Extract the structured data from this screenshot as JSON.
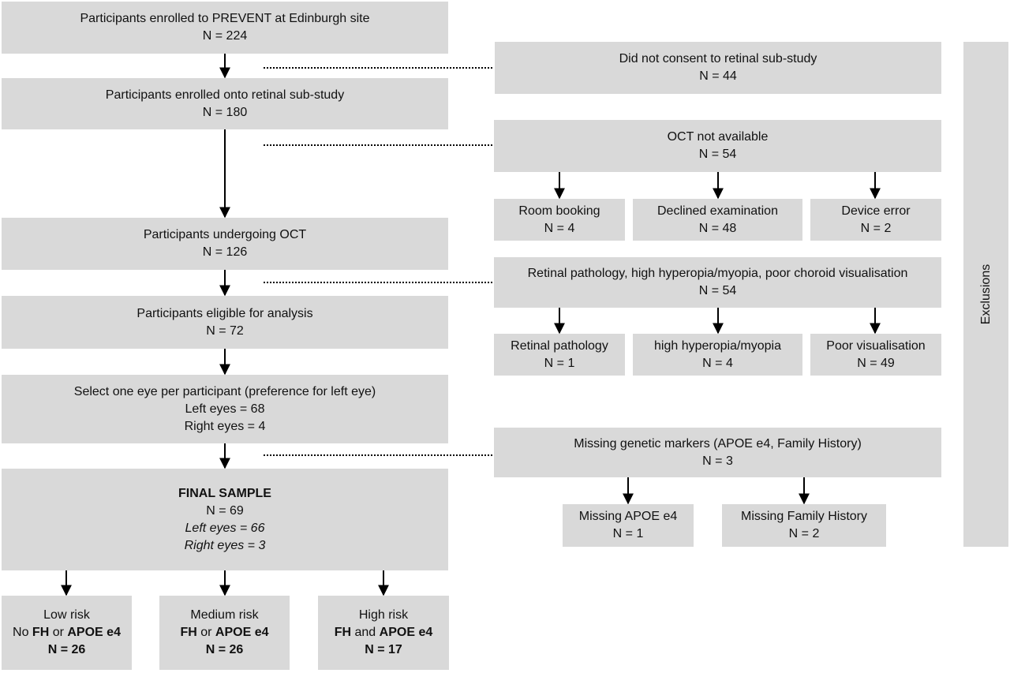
{
  "enrolled": {
    "title": "Participants enrolled to PREVENT at Edinburgh site",
    "n": "N = 224"
  },
  "substudy": {
    "title": "Participants enrolled onto retinal sub-study",
    "n": "N = 180"
  },
  "undergoing_oct": {
    "title": "Participants undergoing OCT",
    "n": "N = 126"
  },
  "eligible": {
    "title": "Participants eligible for analysis",
    "n": "N = 72"
  },
  "select_eye": {
    "title": "Select one eye per participant (preference for left eye)",
    "left": "Left eyes = 68",
    "right": "Right eyes = 4"
  },
  "final_sample": {
    "title": "FINAL SAMPLE",
    "n": "N = 69",
    "left": "Left eyes = 66",
    "right": "Right eyes = 3"
  },
  "risk_groups": [
    {
      "name": "Low risk",
      "pre": "No ",
      "fh": "FH",
      "conj": " or ",
      "apoe": "APOE e4",
      "n": "N = 26"
    },
    {
      "name": "Medium risk",
      "pre": "",
      "fh": "FH",
      "conj": " or ",
      "apoe": "APOE e4",
      "n": "N = 26"
    },
    {
      "name": "High risk",
      "pre": "",
      "fh": "FH",
      "conj": " and ",
      "apoe": "APOE e4",
      "n": "N = 17"
    }
  ],
  "exclusions": {
    "label": "Exclusions",
    "no_consent": {
      "title": "Did not consent to retinal sub-study",
      "n": "N = 44"
    },
    "oct_not_available": {
      "title": "OCT not available",
      "n": "N = 54",
      "children": [
        {
          "title": "Room booking",
          "n": "N = 4"
        },
        {
          "title": "Declined examination",
          "n": "N  = 48"
        },
        {
          "title": "Device error",
          "n": "N = 2"
        }
      ]
    },
    "pathology": {
      "title": "Retinal pathology, high hyperopia/myopia, poor choroid visualisation",
      "n": "N = 54",
      "children": [
        {
          "title": "Retinal pathology",
          "n": "N = 1"
        },
        {
          "title": "high hyperopia/myopia",
          "n": "N  = 4"
        },
        {
          "title": "Poor visualisation",
          "n": "N = 49"
        }
      ]
    },
    "missing_genetic": {
      "title": "Missing genetic markers (APOE e4, Family History)",
      "n": "N = 3",
      "children": [
        {
          "title": "Missing APOE e4",
          "n": "N = 1"
        },
        {
          "title": "Missing Family History",
          "n": "N = 2"
        }
      ]
    }
  }
}
